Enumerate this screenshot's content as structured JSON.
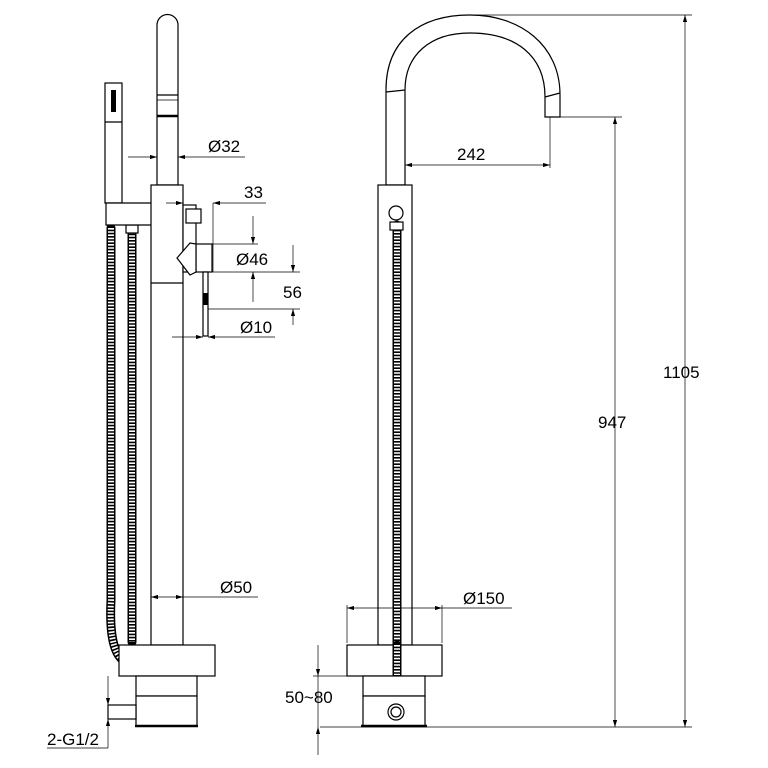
{
  "title": "Freestanding bath mixer dimension drawing",
  "side_view": {
    "dims": {
      "spout_diameter": "Ø32",
      "handle_offset": "33",
      "handle_diameter": "Ø46",
      "handle_height": "56",
      "lever_diameter": "Ø10",
      "body_diameter": "Ø50",
      "inlet": "2-G1/2"
    }
  },
  "front_view": {
    "dims": {
      "spout_reach": "242",
      "spout_height": "947",
      "total_height": "1105",
      "base_diameter": "Ø150",
      "floor_depth": "50~80"
    }
  },
  "colors": {
    "line": "#000000",
    "background": "#ffffff"
  }
}
